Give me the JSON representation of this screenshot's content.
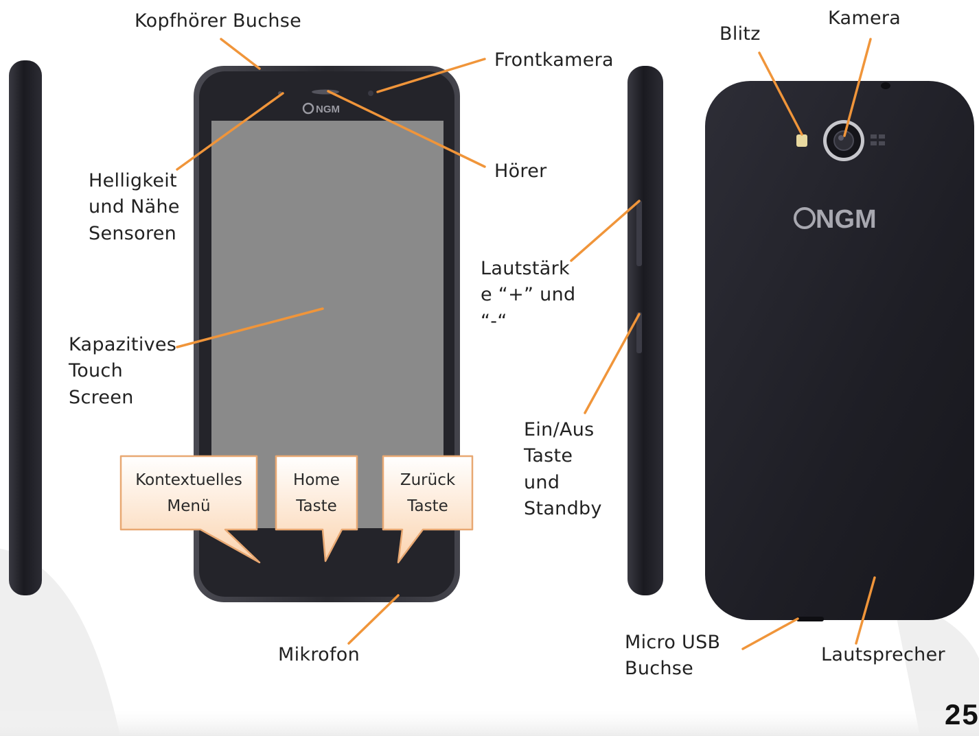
{
  "labels": {
    "headphone_jack": "Kopfhörer Buchse",
    "front_camera": "Frontkamera",
    "earpiece": "Hörer",
    "sensors": [
      "Helligkeit",
      "und Nähe",
      "Sensoren"
    ],
    "touchscreen": [
      "Kapazitives",
      "Touch",
      "Screen"
    ],
    "volume": [
      "Lautstärk",
      "e “+” und",
      "“-“"
    ],
    "power": [
      "Ein/Aus",
      "Taste",
      "und",
      "Standby"
    ],
    "microphone": "Mikrofon",
    "flash": "Blitz",
    "camera": "Kamera",
    "micro_usb": [
      "Micro USB",
      "Buchse"
    ],
    "speaker": "Lautsprecher"
  },
  "callouts": {
    "menu": [
      "Kontextuelles",
      "Menü"
    ],
    "home": [
      "Home",
      "Taste"
    ],
    "back": [
      "Zurück",
      "Taste"
    ]
  },
  "brand": "NGM",
  "page_number": "25",
  "colors": {
    "leader": "#f0953a",
    "phone_body": "#23232b",
    "screen": "#8a8a8a",
    "callout_fill": "#fde3c8",
    "callout_border": "#e8a872"
  }
}
